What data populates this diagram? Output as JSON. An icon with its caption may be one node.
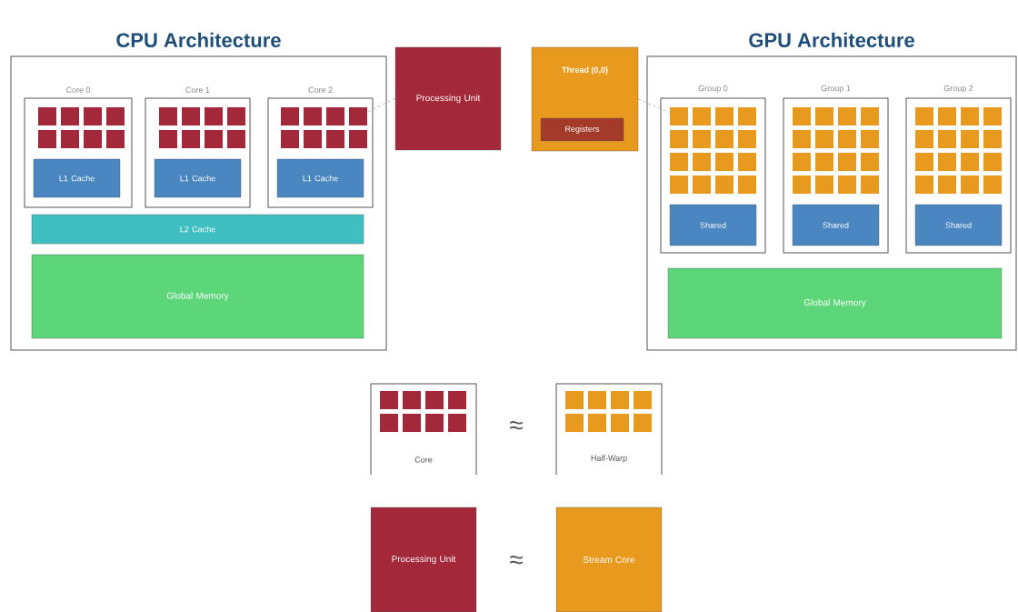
{
  "diagram": {
    "nodes": [
      {
        "text": [
          "CPU Architecture"
        ]
      },
      {
        "text": [
          "Core 0"
        ],
        "in": 0
      },
      {
        "text": [
          "L1 Cache"
        ],
        "in": 1
      },
      {
        "text": [
          "Core 1"
        ],
        "in": 0
      },
      {
        "text": [
          "L1 Cache"
        ],
        "in": 3
      },
      {
        "text": [
          "Core 2"
        ],
        "in": 0
      },
      {
        "text": [
          "L1 Cache"
        ],
        "in": 5
      },
      {
        "text": [
          "L2 Cache"
        ],
        "in": 0
      },
      {
        "text": [
          "Global Memory"
        ],
        "in": 0
      },
      {
        "text": [
          "Processing Unit"
        ]
      },
      {
        "text": [
          "GPU Architecture"
        ]
      },
      {
        "text": [
          "Group 0"
        ],
        "in": 10
      },
      {
        "text": [
          "Shared"
        ],
        "in": 11
      },
      {
        "text": [
          "Group 1"
        ],
        "in": 10
      },
      {
        "text": [
          "Shared"
        ],
        "in": 13
      },
      {
        "text": [
          "Group 2"
        ],
        "in": 10
      },
      {
        "text": [
          "Shared"
        ],
        "in": 15
      },
      {
        "text": [
          "Global Memory"
        ],
        "in": 10
      },
      {
        "text": [
          "Thread (0,0)"
        ]
      },
      {
        "text": [
          "Registers"
        ],
        "in": 18
      },
      {
        "text": [
          "Core"
        ]
      },
      {
        "text": [
          "Half-Warp"
        ]
      },
      {
        "text": [
          "Processing Unit"
        ]
      },
      {
        "text": [
          "Stream Core"
        ]
      },
      {
        "text": [],
        "shape": "box",
        "in": 5
      },
      {
        "text": [],
        "shape": "box",
        "in": 11
      }
    ],
    "edges": [
      {
        "from": 9,
        "to": 24,
        "arrow": "none",
        "style": "dashed"
      },
      {
        "from": 18,
        "to": 25,
        "arrow": "none",
        "style": "dashed"
      }
    ],
    "labels": [
      "≈",
      "≈"
    ]
  }
}
